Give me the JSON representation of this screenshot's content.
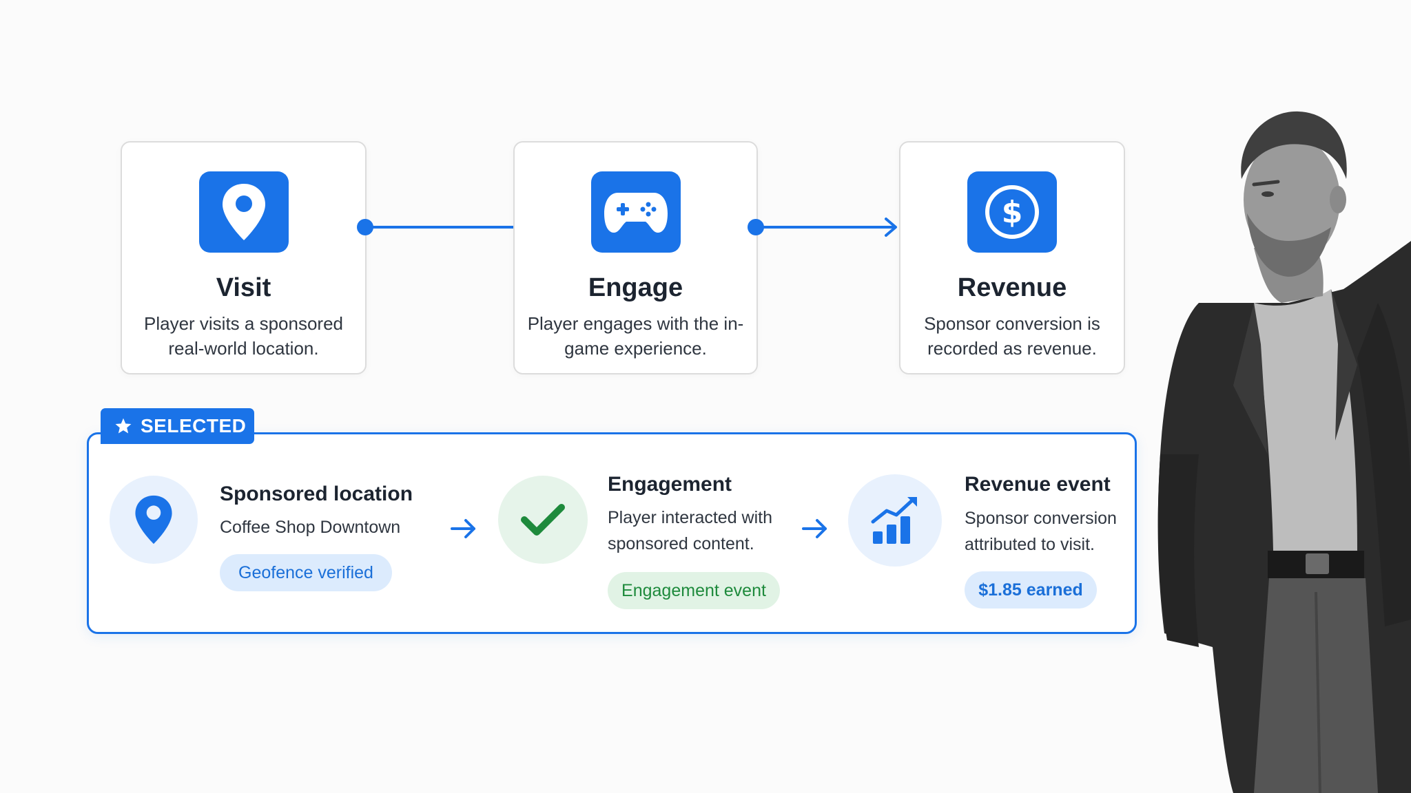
{
  "flow": [
    {
      "title": "Visit",
      "description": "Player visits a sponsored real-world location.",
      "icon": "location-pin-icon"
    },
    {
      "title": "Engage",
      "description": "Player engages with the in-game experience.",
      "icon": "gamepad-icon"
    },
    {
      "title": "Revenue",
      "description": "Sponsor conversion is recorded as revenue.",
      "icon": "dollar-icon"
    }
  ],
  "selected": {
    "tag_label": "SELECTED",
    "steps": [
      {
        "title": "Sponsored location",
        "text": "Coffee Shop Downtown",
        "badge": "Geofence verified",
        "icon": "location-pin-icon"
      },
      {
        "title": "Engagement",
        "text": "Player interacted with sponsored content.",
        "badge": "Engagement event",
        "icon": "checkmark-icon"
      },
      {
        "title": "Revenue event",
        "text": "Sponsor conversion attributed to visit.",
        "badge": "$1.85 earned",
        "icon": "bar-chart-trend-icon"
      }
    ]
  },
  "colors": {
    "accent": "#1a73e8",
    "tint_blue": "#e8f1fd",
    "tint_green": "#e6f4ea",
    "success": "#1e8a3c"
  }
}
